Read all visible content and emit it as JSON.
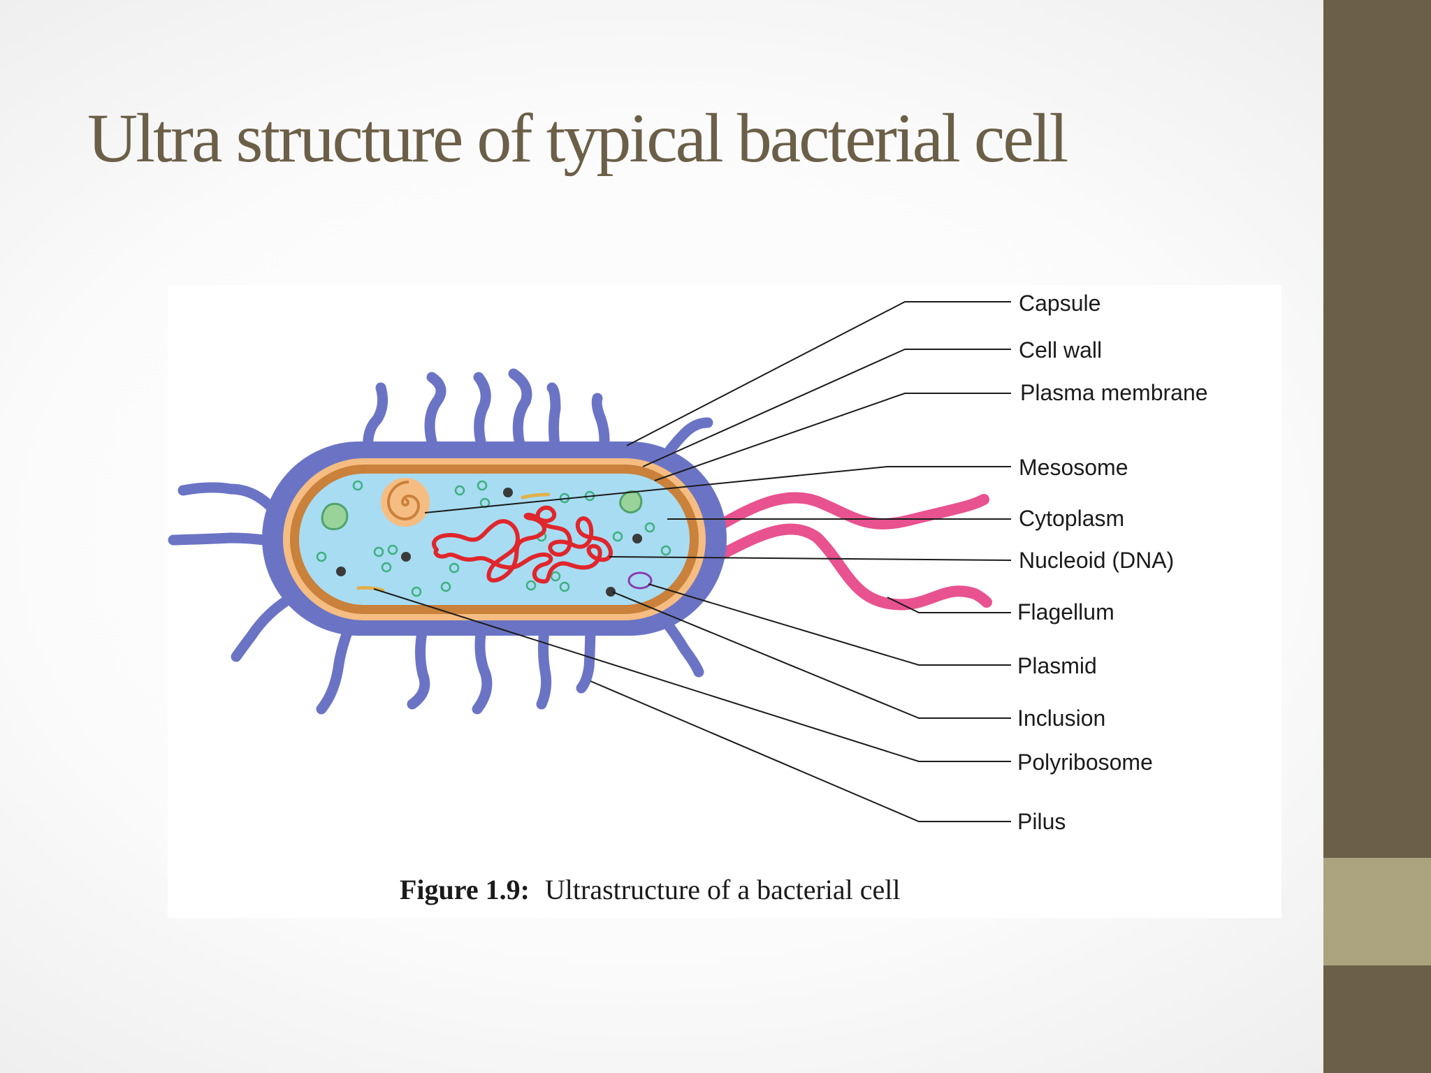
{
  "title": "Ultra structure of typical bacterial cell",
  "figure": {
    "caption_number": "Figure 1.9:",
    "caption_text": "Ultrastructure of a bacterial cell",
    "labels": {
      "capsule": "Capsule",
      "cell_wall": "Cell wall",
      "plasma_membrane": "Plasma membrane",
      "mesosome": "Mesosome",
      "cytoplasm": "Cytoplasm",
      "nucleoid": "Nucleoid (DNA)",
      "flagellum": "Flagellum",
      "plasmid": "Plasmid",
      "inclusion": "Inclusion",
      "polyribosome": "Polyribosome",
      "pilus": "Pilus"
    }
  },
  "colors": {
    "theme_brown": "#6b5f48",
    "theme_tan": "#aba47e",
    "capsule": "#6b74c4",
    "cell_wall": "#f6bd82",
    "plasma_membrane": "#c9813b",
    "cytoplasm": "#a8dcf2",
    "nucleoid": "#e0262c",
    "flagellum": "#e8528f",
    "plasmid": "#8a3cb0",
    "ribosome": "#3db07f"
  }
}
